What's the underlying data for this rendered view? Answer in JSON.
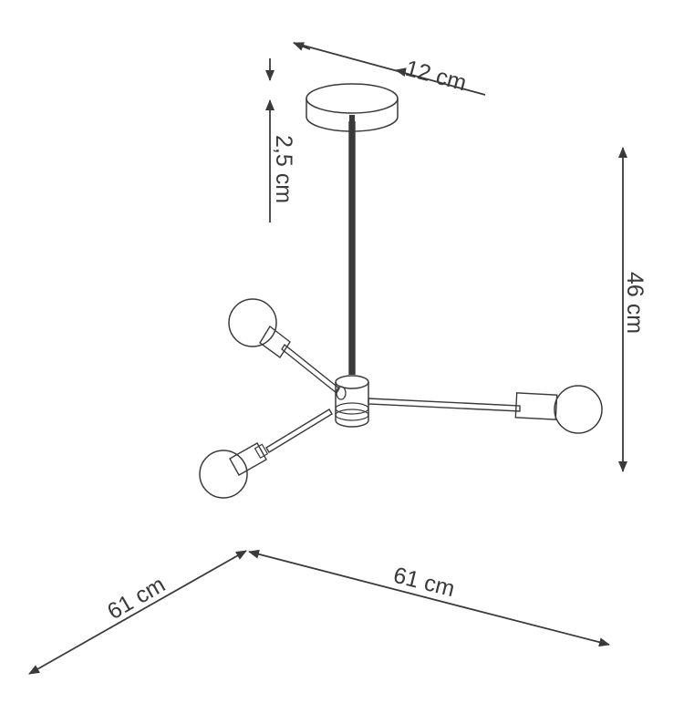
{
  "dimensions": {
    "canopy_diameter": "12 cm",
    "canopy_height": "2,5 cm",
    "total_height": "46 cm",
    "width_left": "61 cm",
    "width_right": "61 cm"
  },
  "colors": {
    "stroke": "#3a3a3a",
    "background": "#ffffff"
  }
}
